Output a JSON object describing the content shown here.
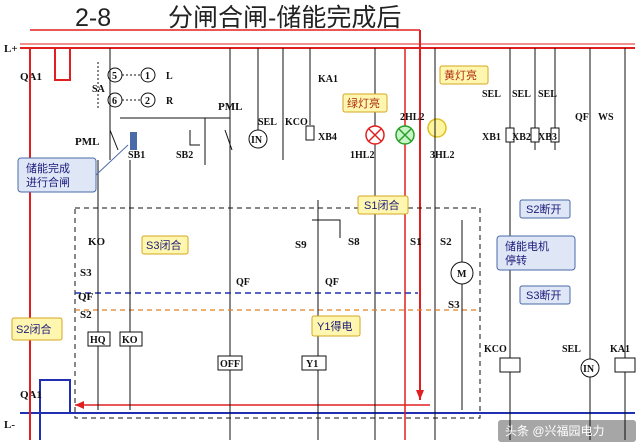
{
  "title": {
    "number": "2-8",
    "text": "分闸合闸-储能完成后"
  },
  "bus": {
    "top": "L+",
    "bottom": "L-",
    "breaker_top": "QA1",
    "breaker_bottom": "QA1"
  },
  "labels": {
    "sa": "SA",
    "pos5": "5",
    "pos6": "6",
    "pos1": "1",
    "pos2": "2",
    "L": "L",
    "R": "R",
    "pml_top": "PML",
    "pml_left": "PML",
    "sb1": "SB1",
    "sb2": "SB2",
    "sel1": "SEL",
    "in1": "IN",
    "kco1": "KCO",
    "ka1": "KA1",
    "xb4": "XB4",
    "hl1": "1HL2",
    "hl2": "2HL2",
    "hl3": "3HL2",
    "sel_a": "SEL",
    "sel_b": "SEL",
    "sel_c": "SEL",
    "xb1": "XB1",
    "xb2": "XB2",
    "xb3": "XB3",
    "qf_r": "QF",
    "ws": "WS",
    "ko": "KO",
    "s3": "S3",
    "qf_l": "QF",
    "s2": "S2",
    "hq": "HQ",
    "ko_coil": "KO",
    "qf_mid": "QF",
    "off": "OFF",
    "s9": "S9",
    "s8": "S8",
    "qf_mid2": "QF",
    "y1": "Y1",
    "s1": "S1",
    "s2r": "S2",
    "m": "M",
    "s3r": "S3",
    "kco2": "KCO",
    "sel2": "SEL",
    "in2": "IN",
    "ka1b": "KA1"
  },
  "callouts": {
    "store_done": "储能完成\n进行合闸",
    "green_on": "绿灯亮",
    "yellow_on": "黄灯亮",
    "s1_close": "S1闭合",
    "s2_open": "S2断开",
    "s3_close": "S3闭合",
    "motor_stop": "储能电机\n停转",
    "s3_open": "S3断开",
    "s2_close": "S2闭合",
    "y1_power": "Y1得电"
  },
  "watermark": "头条 @兴福园电力",
  "colors": {
    "energized": "#e02020",
    "return": "#2030b0",
    "wire": "#111111",
    "callout_y": "#fff7b0",
    "callout_b": "#dfe7f7"
  }
}
